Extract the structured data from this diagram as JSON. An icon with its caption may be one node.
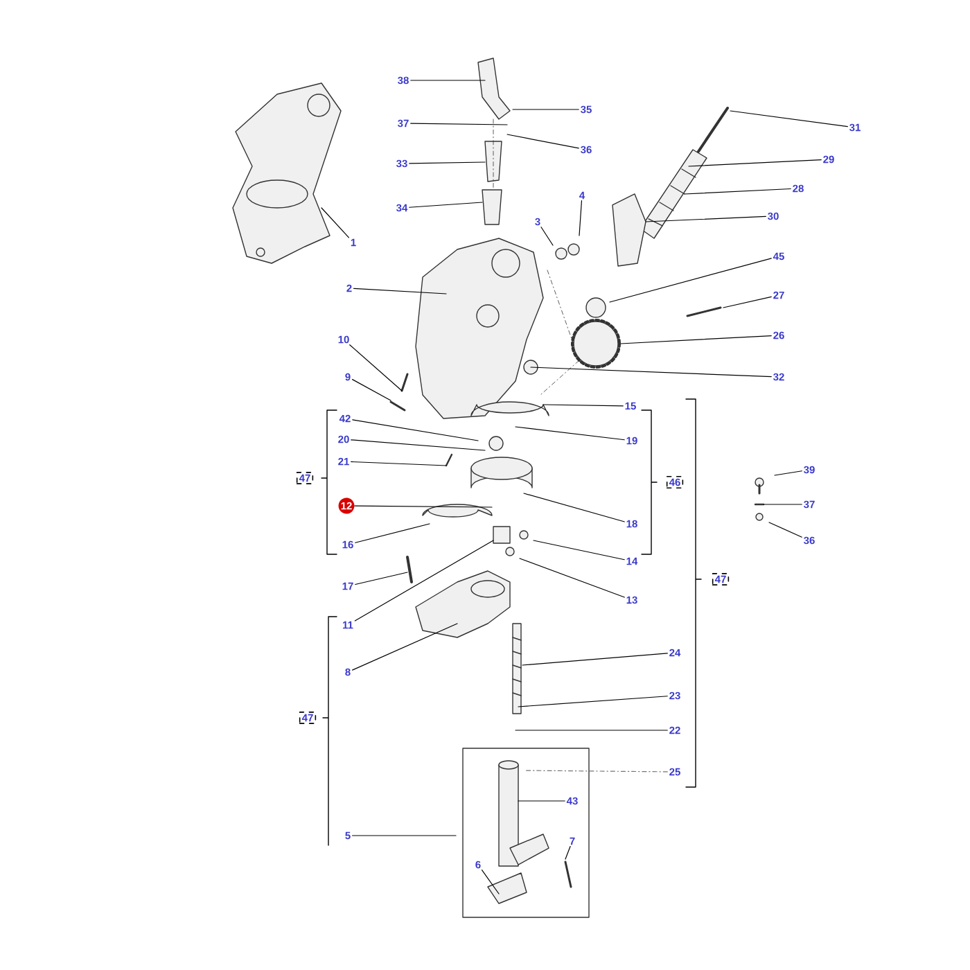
{
  "diagram": {
    "nodes": [
      {
        "text": [
          "38"
        ]
      },
      {
        "text": [
          "35"
        ]
      },
      {
        "text": [
          "37"
        ]
      },
      {
        "text": [
          "31"
        ]
      },
      {
        "text": [
          "36"
        ]
      },
      {
        "text": [
          "29"
        ]
      },
      {
        "text": [
          "33"
        ]
      },
      {
        "text": [
          "28"
        ]
      },
      {
        "text": [
          "4"
        ]
      },
      {
        "text": [
          "34"
        ]
      },
      {
        "text": [
          "30"
        ]
      },
      {
        "text": [
          "3"
        ]
      },
      {
        "text": [
          "1"
        ]
      },
      {
        "text": [
          "45"
        ]
      },
      {
        "text": [
          "2"
        ]
      },
      {
        "text": [
          "27"
        ]
      },
      {
        "text": [
          "26"
        ]
      },
      {
        "text": [
          "10"
        ]
      },
      {
        "text": [
          "9"
        ]
      },
      {
        "text": [
          "32"
        ]
      },
      {
        "text": [
          "15"
        ]
      },
      {
        "text": [
          "42"
        ]
      },
      {
        "text": [
          "20"
        ]
      },
      {
        "text": [
          "19"
        ]
      },
      {
        "text": [
          "21"
        ]
      },
      {
        "text": [
          "39"
        ]
      },
      {
        "text": [
          "12"
        ]
      },
      {
        "text": [
          "37"
        ]
      },
      {
        "text": [
          "18"
        ]
      },
      {
        "text": [
          "36"
        ]
      },
      {
        "text": [
          "16"
        ]
      },
      {
        "text": [
          "14"
        ]
      },
      {
        "text": [
          "17"
        ]
      },
      {
        "text": [
          "13"
        ]
      },
      {
        "text": [
          "11"
        ]
      },
      {
        "text": [
          "24"
        ]
      },
      {
        "text": [
          "8"
        ]
      },
      {
        "text": [
          "23"
        ]
      },
      {
        "text": [
          "22"
        ]
      },
      {
        "text": [
          "25"
        ]
      },
      {
        "text": [
          "43"
        ]
      },
      {
        "text": [
          "5"
        ]
      },
      {
        "text": [
          "7"
        ]
      },
      {
        "text": [
          "6"
        ]
      }
    ],
    "edges": [
      {
        "from": 0,
        "to": null,
        "arrow": "none"
      },
      {
        "from": 1,
        "to": null,
        "arrow": "none"
      },
      {
        "from": 2,
        "to": null,
        "arrow": "none"
      },
      {
        "from": 3,
        "to": null,
        "arrow": "none"
      },
      {
        "from": 4,
        "to": null,
        "arrow": "none"
      },
      {
        "from": 5,
        "to": null,
        "arrow": "none"
      },
      {
        "from": 6,
        "to": null,
        "arrow": "none"
      },
      {
        "from": 7,
        "to": null,
        "arrow": "none"
      },
      {
        "from": 8,
        "to": null,
        "arrow": "none"
      },
      {
        "from": 9,
        "to": null,
        "arrow": "none"
      },
      {
        "from": 10,
        "to": null,
        "arrow": "none"
      },
      {
        "from": 11,
        "to": null,
        "arrow": "none"
      },
      {
        "from": 12,
        "to": null,
        "arrow": "none"
      },
      {
        "from": 13,
        "to": null,
        "arrow": "none"
      },
      {
        "from": 14,
        "to": null,
        "arrow": "none"
      },
      {
        "from": 15,
        "to": null,
        "arrow": "none"
      },
      {
        "from": 16,
        "to": null,
        "arrow": "none"
      },
      {
        "from": 17,
        "to": null,
        "arrow": "none"
      },
      {
        "from": 18,
        "to": null,
        "arrow": "none"
      },
      {
        "from": 19,
        "to": null,
        "arrow": "none"
      },
      {
        "from": 20,
        "to": null,
        "arrow": "none"
      },
      {
        "from": 21,
        "to": null,
        "arrow": "none"
      },
      {
        "from": 22,
        "to": null,
        "arrow": "none"
      },
      {
        "from": 23,
        "to": null,
        "arrow": "none"
      },
      {
        "from": 24,
        "to": null,
        "arrow": "none"
      },
      {
        "from": 25,
        "to": null,
        "arrow": "none"
      },
      {
        "from": 26,
        "to": null,
        "arrow": "none"
      },
      {
        "from": 27,
        "to": null,
        "arrow": "none"
      },
      {
        "from": 28,
        "to": null,
        "arrow": "none"
      },
      {
        "from": 29,
        "to": null,
        "arrow": "none"
      },
      {
        "from": 30,
        "to": null,
        "arrow": "none"
      },
      {
        "from": 31,
        "to": null,
        "arrow": "none"
      },
      {
        "from": 32,
        "to": null,
        "arrow": "none"
      },
      {
        "from": 33,
        "to": null,
        "arrow": "none"
      },
      {
        "from": 34,
        "to": null,
        "arrow": "none"
      },
      {
        "from": 35,
        "to": null,
        "arrow": "none"
      },
      {
        "from": 36,
        "to": null,
        "arrow": "none"
      },
      {
        "from": 37,
        "to": null,
        "arrow": "none"
      },
      {
        "from": 38,
        "to": null,
        "arrow": "none"
      },
      {
        "from": 39,
        "to": null,
        "arrow": "none",
        "style": "dashed",
        "color": "#737373"
      },
      {
        "from": 40,
        "to": null,
        "arrow": "none"
      },
      {
        "from": 41,
        "to": null,
        "arrow": "none"
      },
      {
        "from": 42,
        "to": null,
        "arrow": "none"
      },
      {
        "from": 43,
        "to": null,
        "arrow": "none"
      }
    ],
    "labels": [
      "47",
      "46",
      "47",
      "47"
    ]
  }
}
